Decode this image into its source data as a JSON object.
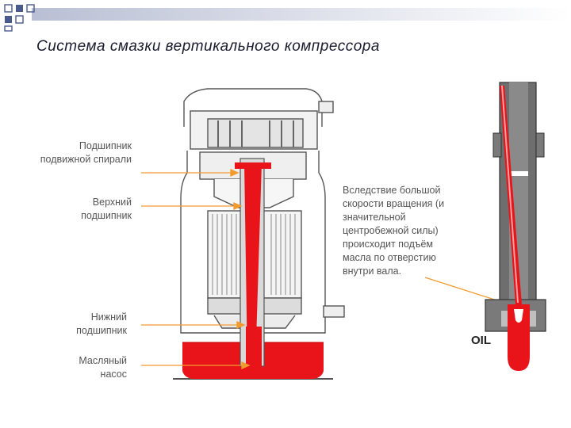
{
  "slide": {
    "title": "Система смазки вертикального  компрессора"
  },
  "labels": {
    "orbiting_bearing": "Подшипник\nподвижной спирали",
    "upper_bearing": "Верхний\nподшипник",
    "lower_bearing": "Нижний\nподшипник",
    "oil_pump": "Масляный\nнасос"
  },
  "explanation": "Вследствие большой\nскорости вращения (и\nзначительной\nцентробежной силы)\nпроисходит подъём\nмасла по отверстию\nвнутри вала.",
  "oil_label": "OIL",
  "colors": {
    "oil_red": "#e8141a",
    "leader_orange": "#f39a2e",
    "deco_blue": "#4a5a8c"
  }
}
